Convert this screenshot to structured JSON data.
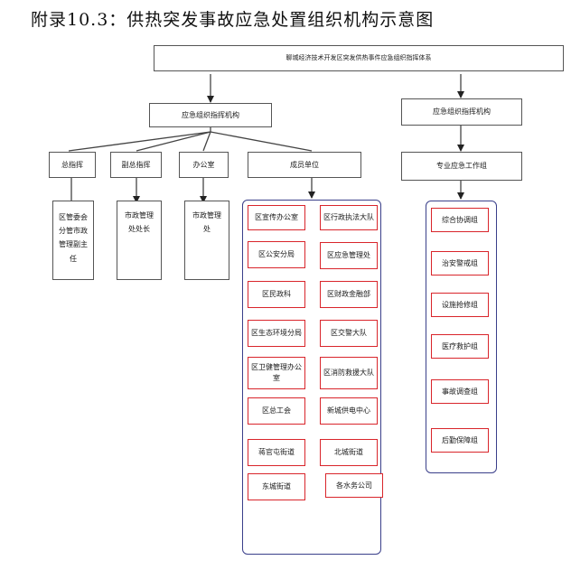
{
  "title": "附录10.3：供热突发事故应急处置组织机构示意图",
  "top_box": "聊城经济技术开发区突发供热事件应急组织指挥体系",
  "left_hq": "应急组织指挥机构",
  "right_hq": "应急组织指挥机构",
  "right_sub": "专业应急工作组",
  "roles": {
    "chief": "总指挥",
    "deputy": "副总指挥",
    "office": "办公室",
    "members": "成员单位"
  },
  "assignees": {
    "chief": "区管委会分管市政管理副主任",
    "deputy": "市政管理处处长",
    "office": "市政管理处"
  },
  "member_units_left": [
    "区宣传办公室",
    "区公安分局",
    "区民政科",
    "区生态环境分局",
    "区卫健管理办公室",
    "区总工会",
    "蒋官屯街道",
    "东城街道"
  ],
  "member_units_right": [
    "区行政执法大队",
    "区应急管理处",
    "区财政金融部",
    "区交警大队",
    "区消防救援大队",
    "新城供电中心",
    "北城街道",
    "各水务公司"
  ],
  "work_groups": [
    "综合协调组",
    "治安警戒组",
    "设施抢修组",
    "医疗救护组",
    "事故调查组",
    "后勤保障组"
  ]
}
